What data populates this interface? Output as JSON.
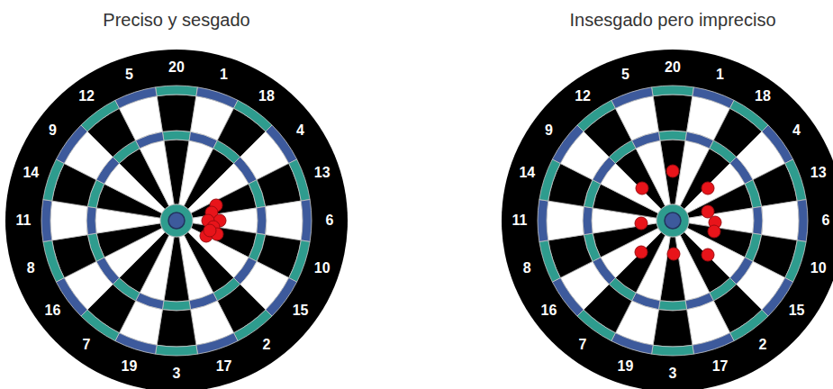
{
  "diagram": {
    "labels": [
      "Preciso y sesgado",
      "20",
      "1",
      "18",
      "4",
      "13",
      "6",
      "10",
      "15",
      "2",
      "17",
      "3",
      "19",
      "7",
      "16",
      "8",
      "11",
      "14",
      "9",
      "12",
      "5",
      "Insesgado pero impreciso",
      "20",
      "1",
      "18",
      "4",
      "13",
      "6",
      "10",
      "15",
      "2",
      "17",
      "3",
      "19",
      "7",
      "16",
      "8",
      "11",
      "14",
      "9",
      "12",
      "5"
    ]
  }
}
